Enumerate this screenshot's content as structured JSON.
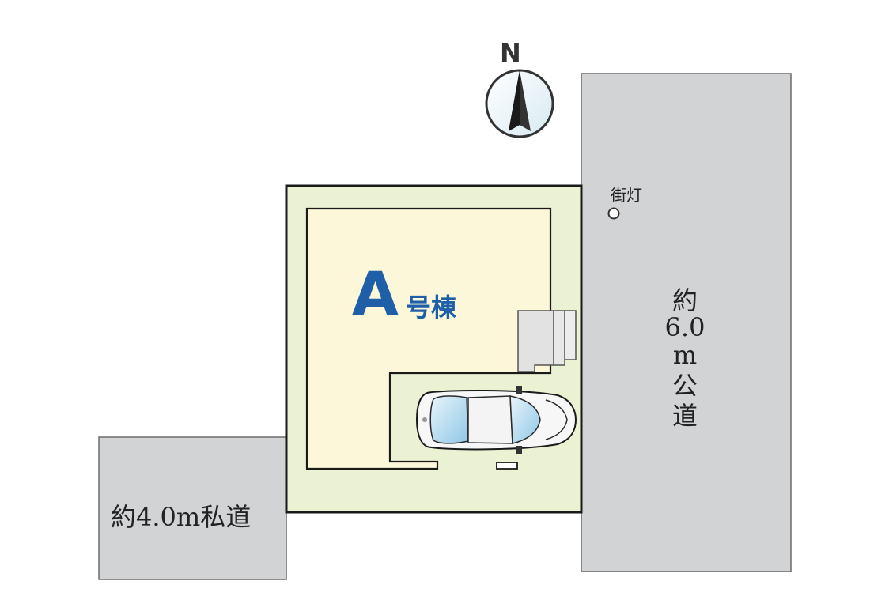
{
  "compass": {
    "label": "N",
    "icon": "north-arrow-icon"
  },
  "lot": {
    "unit_letter": "A",
    "unit_suffix": "号棟"
  },
  "streetlight": {
    "label": "街灯",
    "icon": "streetlight-icon"
  },
  "public_road": {
    "lines": [
      "約",
      "6.0",
      "m",
      "公",
      "道"
    ]
  },
  "private_road": {
    "label": "約4.0m私道"
  },
  "car": {
    "icon": "car-icon"
  },
  "colors": {
    "road": "#d2d3d5",
    "lot": "#ebf2d4",
    "house": "#fbf7d8",
    "unit_label": "#1e5fa8",
    "outline": "#1a1a1a"
  }
}
